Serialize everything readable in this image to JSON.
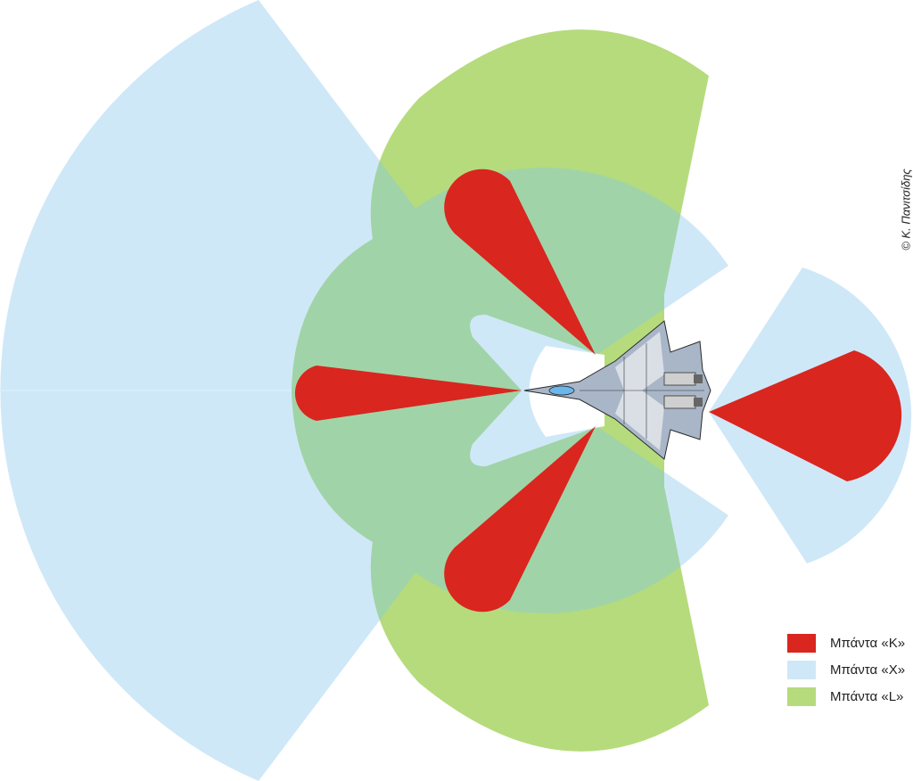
{
  "colors": {
    "k_band": "#d9261f",
    "x_band": "#cfe8f8",
    "l_band": "#b6db7c",
    "overlap": "#a0d4a8",
    "aircraft": "#a9b6c8"
  },
  "legend": [
    {
      "label": "Μπάντα «K»",
      "color": "#d9261f"
    },
    {
      "label": "Μπάντα «X»",
      "color": "#cfe8f8"
    },
    {
      "label": "Μπάντα «L»",
      "color": "#b6db7c"
    }
  ],
  "copyright": "© Κ. Πανιτσίδης",
  "aircraft_icon": "fighter-jet-top-view"
}
